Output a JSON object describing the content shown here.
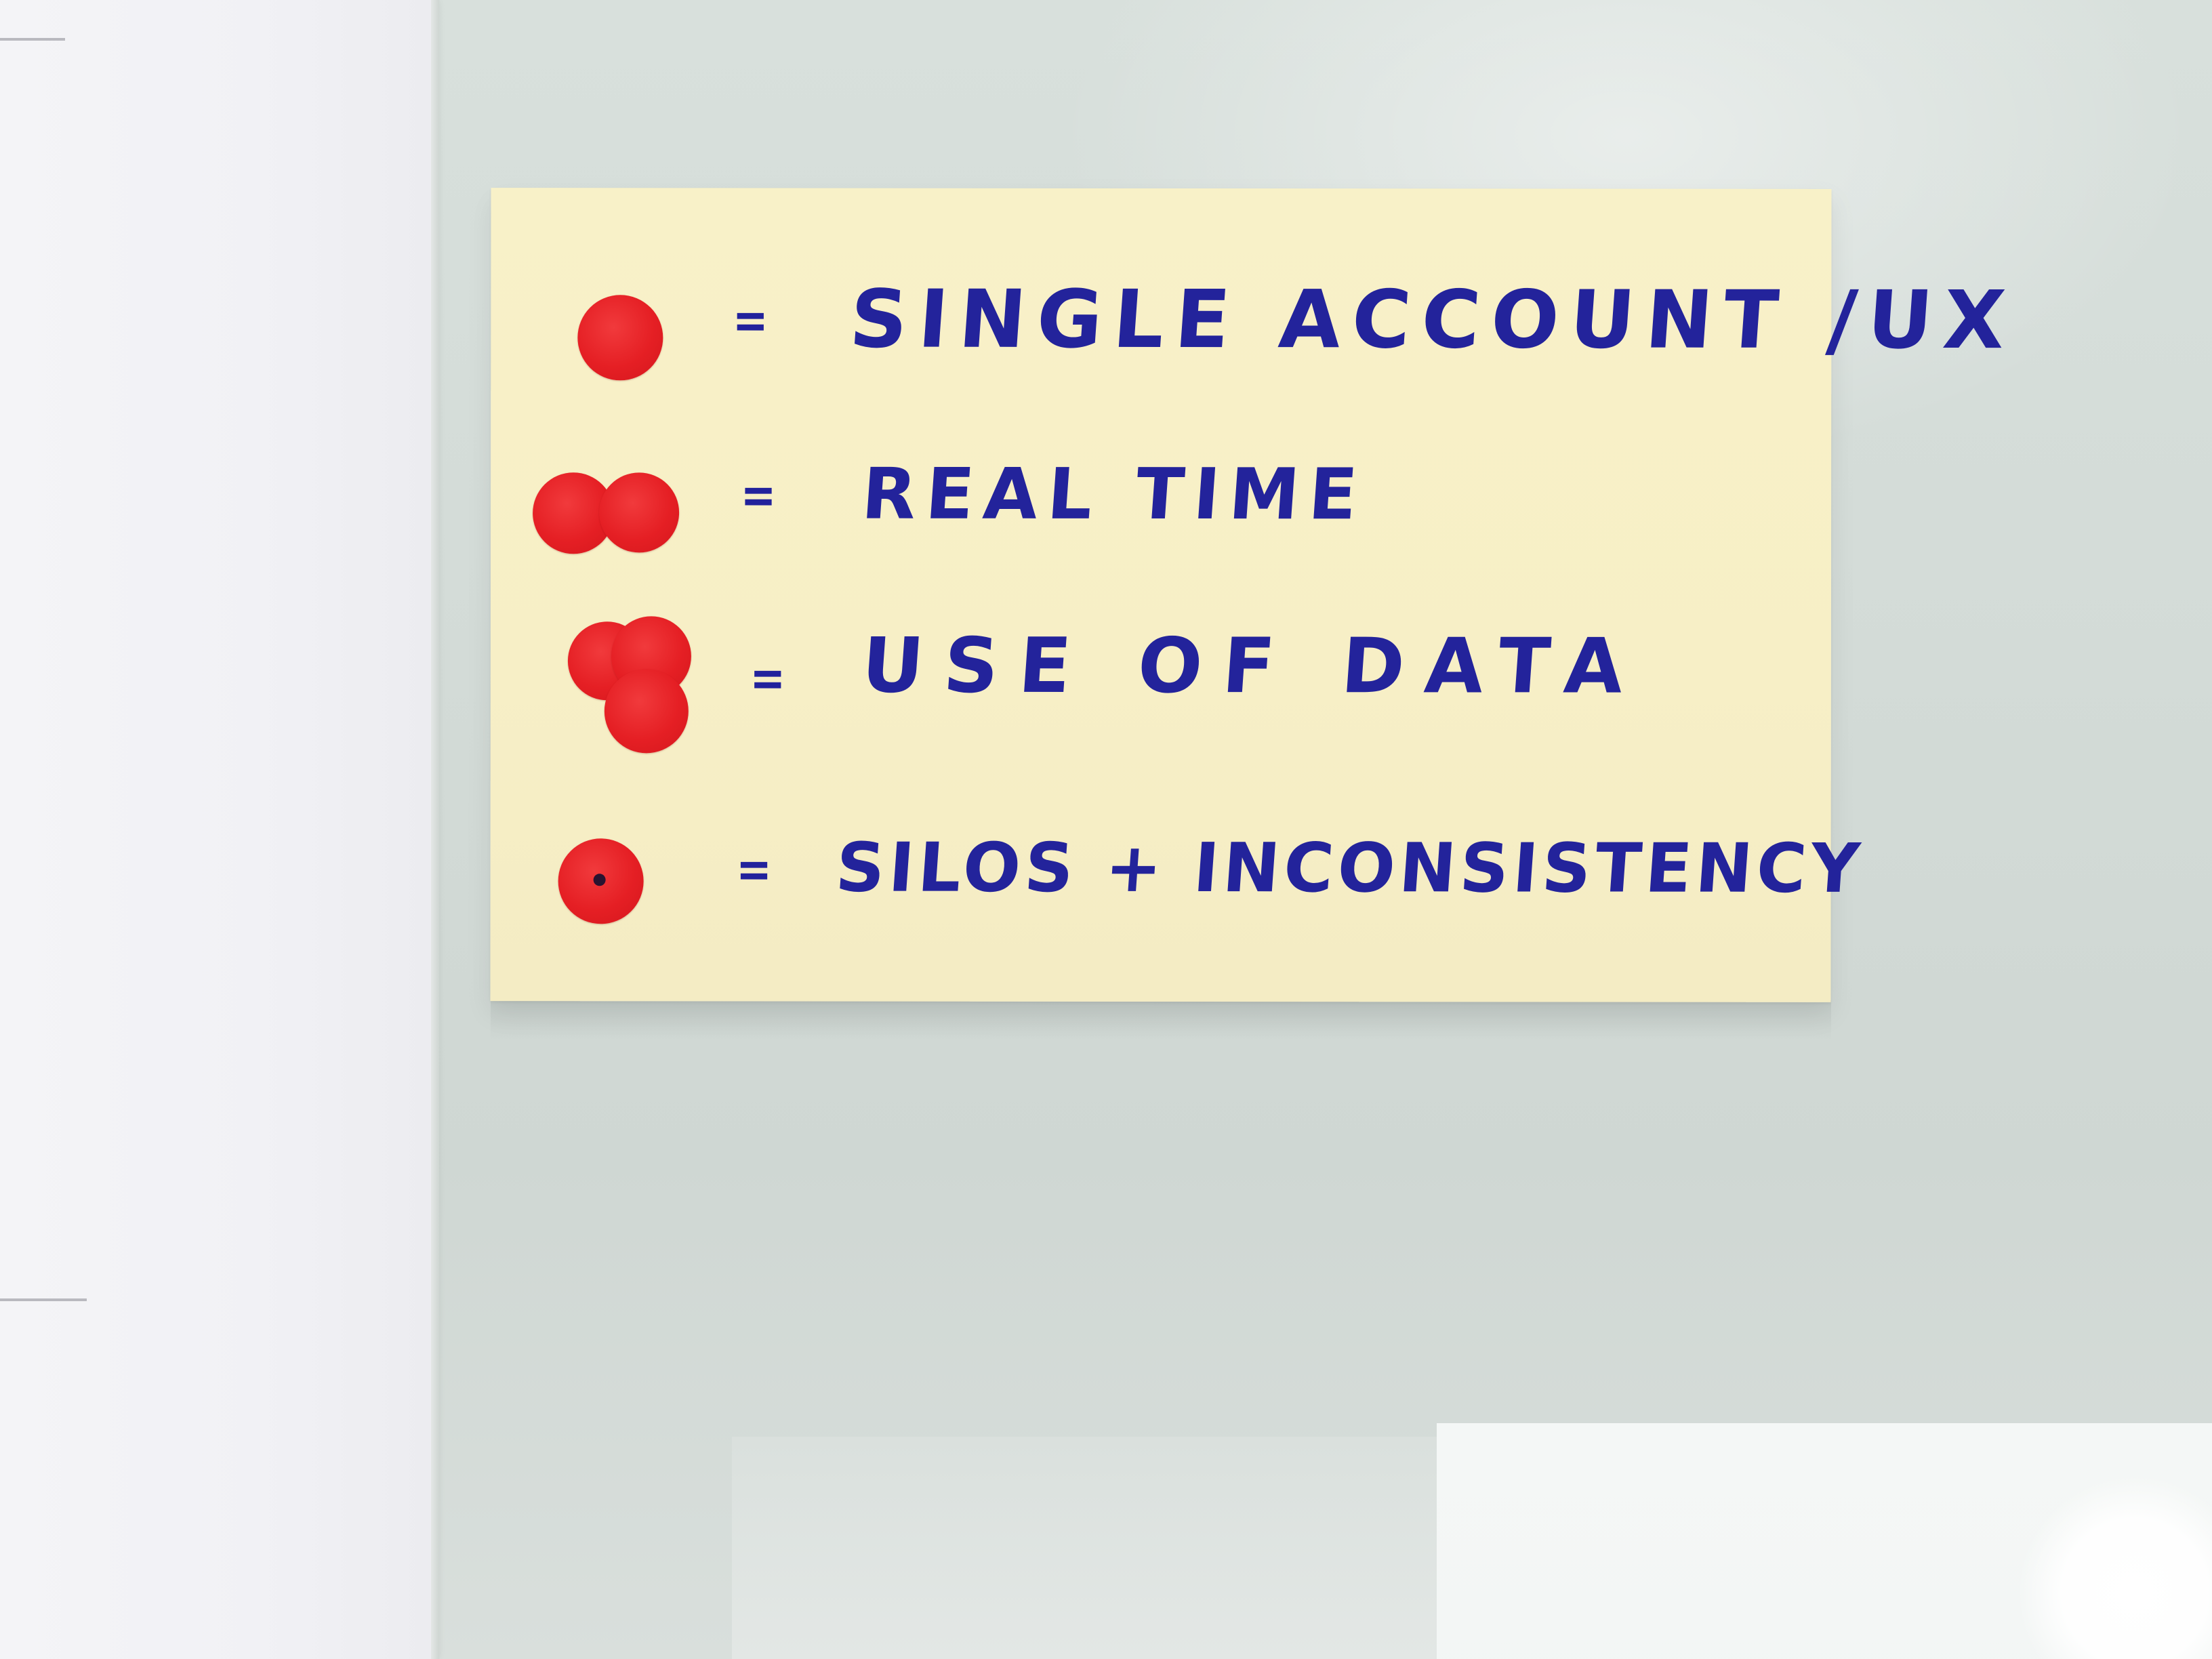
{
  "note": {
    "background_color": "#f7efc6",
    "ink_color": "#23239b",
    "sticker_color": "#e51f24",
    "legend": [
      {
        "symbol": "one-red-dot",
        "equals": "=",
        "label": "SINGLE ACCOUNT /UX"
      },
      {
        "symbol": "two-red-dots",
        "equals": "=",
        "label": "REAL TIME"
      },
      {
        "symbol": "three-red-dots",
        "equals": "=",
        "label": "USE OF DATA"
      },
      {
        "symbol": "red-dot-with-black-center",
        "equals": "=",
        "label": "SILOS + INCONSISTENCY"
      }
    ]
  }
}
